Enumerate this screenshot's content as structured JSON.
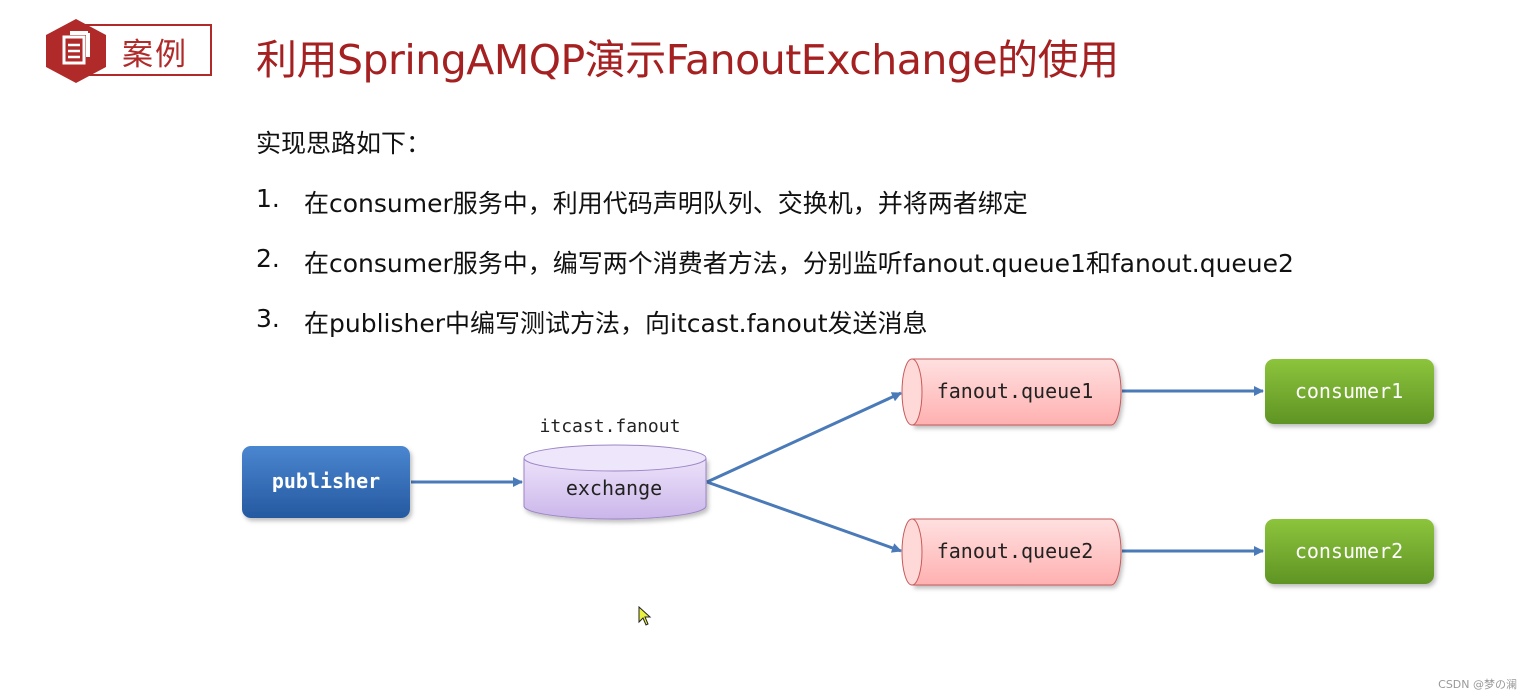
{
  "header": {
    "badge_label": "案例",
    "badge_icon": "document-icon",
    "title": "利用SpringAMQP演示FanoutExchange的使用"
  },
  "content": {
    "intro": "实现思路如下：",
    "steps": [
      {
        "num": "1.",
        "text": "在consumer服务中，利用代码声明队列、交换机，并将两者绑定"
      },
      {
        "num": "2.",
        "text": "在consumer服务中，编写两个消费者方法，分别监听fanout.queue1和fanout.queue2"
      },
      {
        "num": "3.",
        "text": "在publisher中编写测试方法，向itcast.fanout发送消息"
      }
    ]
  },
  "diagram": {
    "publisher": "publisher",
    "exchange_name": "itcast.fanout",
    "exchange": "exchange",
    "queue1": "fanout.queue1",
    "queue2": "fanout.queue2",
    "consumer1": "consumer1",
    "consumer2": "consumer2",
    "colors": {
      "publisher": "#2f6bb8",
      "exchange": "#d9c8f0",
      "queue": "#ffc4c4",
      "consumer": "#6fa42c",
      "arrow": "#4a7ab8",
      "title": "#a52020"
    }
  },
  "watermark": "CSDN @梦の澜"
}
